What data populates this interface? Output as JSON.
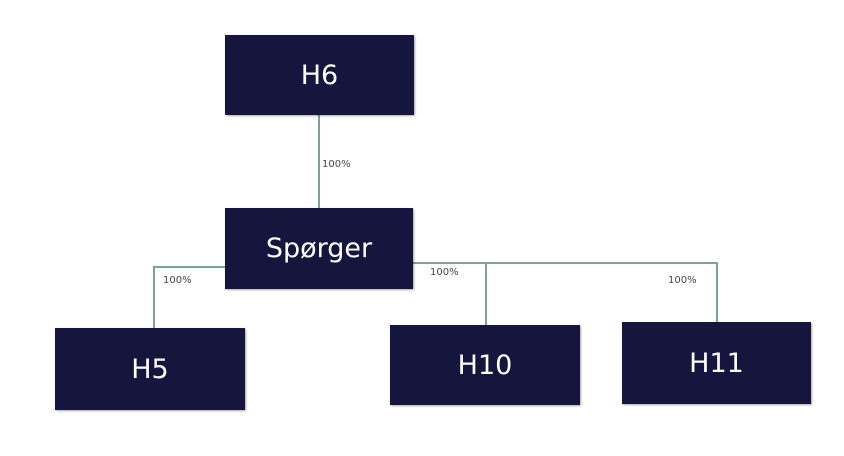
{
  "nodes": {
    "h6": "H6",
    "sporger": "Spørger",
    "h5": "H5",
    "h10": "H10",
    "h11": "H11"
  },
  "edges": {
    "h6_sporger": "100%",
    "sporger_h5": "100%",
    "sporger_h10": "100%",
    "sporger_h11": "100%"
  },
  "colors": {
    "node": "#15153d",
    "line": "#7aa39a"
  }
}
